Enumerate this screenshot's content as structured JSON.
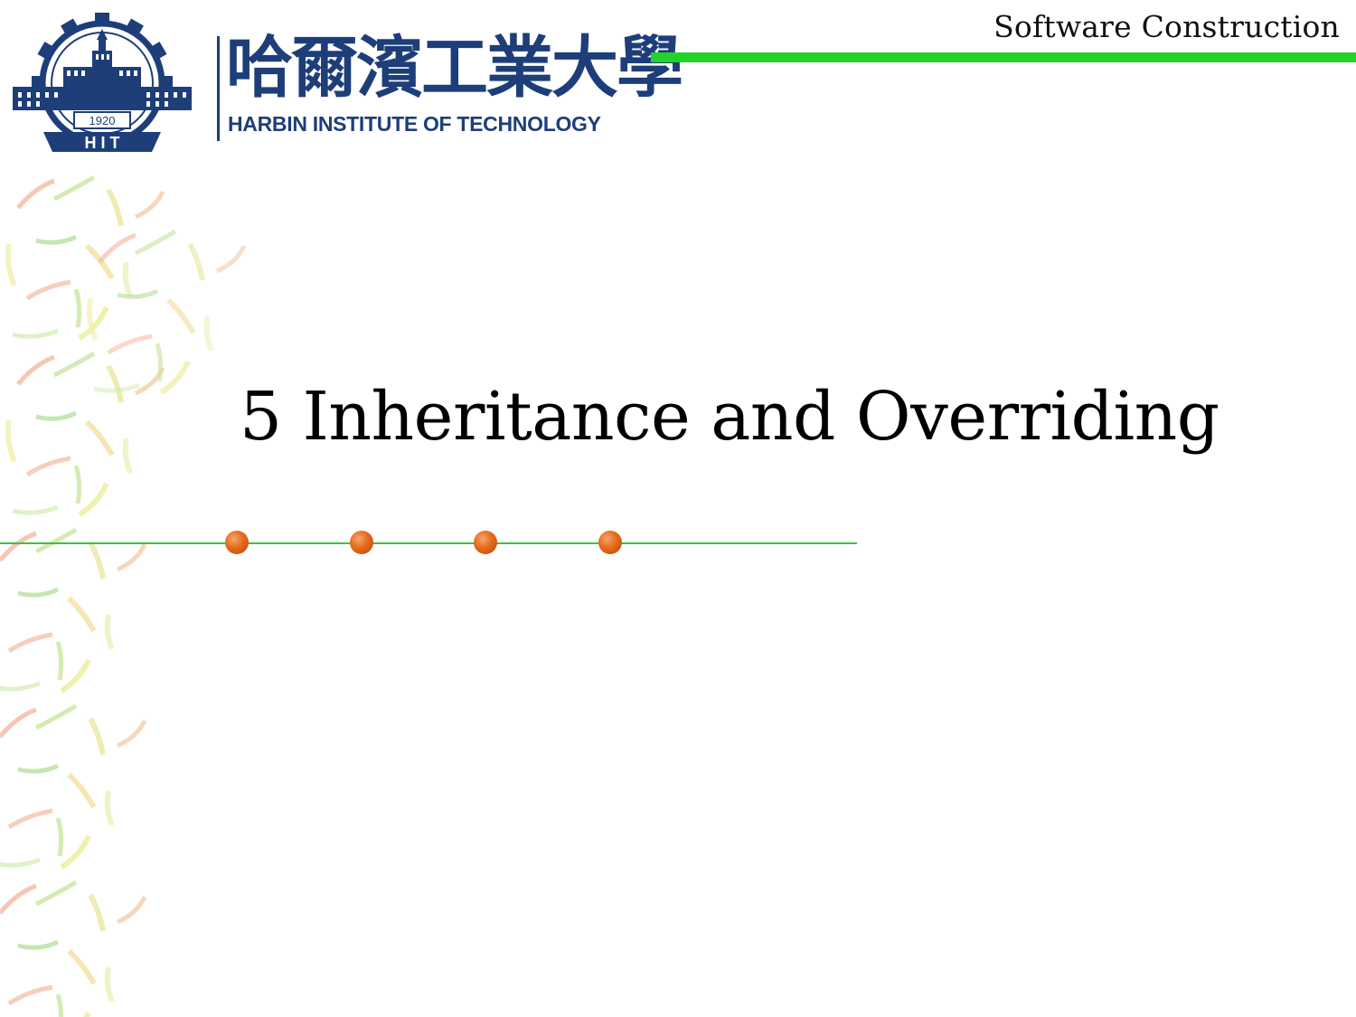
{
  "header": {
    "course_name": "Software Construction",
    "accent_color": "#22d22b"
  },
  "logo": {
    "university_name_cn": "哈爾濱工業大學",
    "university_name_en": "HARBIN INSTITUTE OF TECHNOLOGY",
    "emblem_year": "1920",
    "emblem_letters": "H I T",
    "brand_color": "#1e3e7a"
  },
  "title": {
    "text": "5 Inheritance and Overriding"
  },
  "divider": {
    "dot_count": 4,
    "dot_color": "#e46a1a",
    "line_color": "#3fc13f"
  }
}
